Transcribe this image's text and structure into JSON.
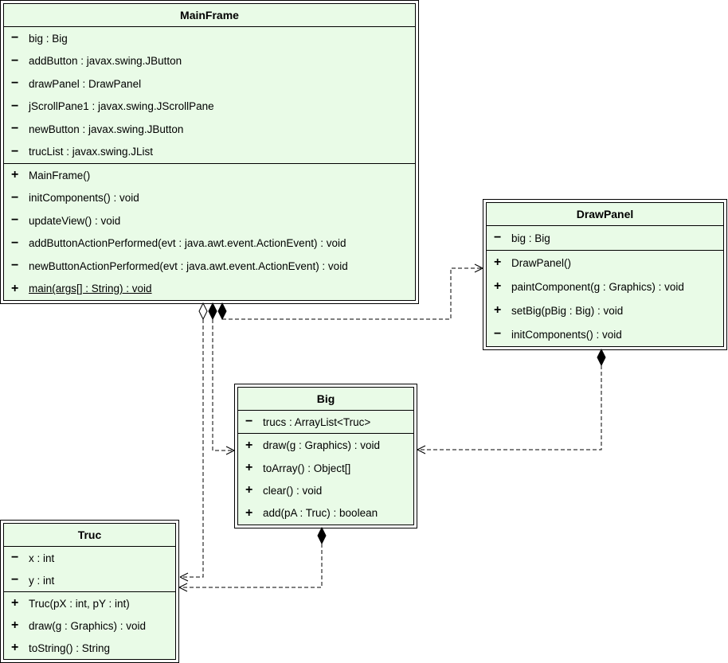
{
  "diagram": {
    "type": "uml-class-diagram",
    "background": "#ffffff",
    "box_fill": "#e9fbe7",
    "line_color": "#000000"
  },
  "classes": [
    {
      "name": "MainFrame",
      "attributes": [
        {
          "vis": "−",
          "text": "big : Big"
        },
        {
          "vis": "−",
          "text": "addButton : javax.swing.JButton"
        },
        {
          "vis": "−",
          "text": "drawPanel : DrawPanel"
        },
        {
          "vis": "−",
          "text": "jScrollPane1 : javax.swing.JScrollPane"
        },
        {
          "vis": "−",
          "text": "newButton : javax.swing.JButton"
        },
        {
          "vis": "−",
          "text": "trucList : javax.swing.JList"
        }
      ],
      "methods": [
        {
          "vis": "+",
          "text": "MainFrame()"
        },
        {
          "vis": "−",
          "text": "initComponents() : void"
        },
        {
          "vis": "−",
          "text": "updateView() : void"
        },
        {
          "vis": "−",
          "text": "addButtonActionPerformed(evt : java.awt.event.ActionEvent) : void"
        },
        {
          "vis": "−",
          "text": "newButtonActionPerformed(evt : java.awt.event.ActionEvent) : void"
        },
        {
          "vis": "+",
          "text": "main(args[] : String) : void",
          "static": true
        }
      ]
    },
    {
      "name": "DrawPanel",
      "attributes": [
        {
          "vis": "−",
          "text": "big : Big"
        }
      ],
      "methods": [
        {
          "vis": "+",
          "text": "DrawPanel()"
        },
        {
          "vis": "+",
          "text": "paintComponent(g : Graphics) : void"
        },
        {
          "vis": "+",
          "text": "setBig(pBig : Big) : void"
        },
        {
          "vis": "−",
          "text": "initComponents() : void"
        }
      ]
    },
    {
      "name": "Big",
      "attributes": [
        {
          "vis": "−",
          "text": "trucs : ArrayList<Truc>"
        }
      ],
      "methods": [
        {
          "vis": "+",
          "text": "draw(g : Graphics) : void"
        },
        {
          "vis": "+",
          "text": "toArray() : Object[]"
        },
        {
          "vis": "+",
          "text": "clear() : void"
        },
        {
          "vis": "+",
          "text": "add(pA : Truc) : boolean"
        }
      ]
    },
    {
      "name": "Truc",
      "attributes": [
        {
          "vis": "−",
          "text": "x : int"
        },
        {
          "vis": "−",
          "text": "y : int"
        }
      ],
      "methods": [
        {
          "vis": "+",
          "text": "Truc(pX : int, pY : int)"
        },
        {
          "vis": "+",
          "text": "draw(g : Graphics) : void"
        },
        {
          "vis": "+",
          "text": "toString() : String"
        }
      ]
    }
  ],
  "relations": [
    {
      "from": "MainFrame",
      "to": "Truc",
      "type": "aggregation",
      "diamond": "hollow",
      "line": "dashed",
      "arrow": "open"
    },
    {
      "from": "MainFrame",
      "to": "Big",
      "type": "composition",
      "diamond": "filled",
      "line": "dashed",
      "arrow": "open"
    },
    {
      "from": "MainFrame",
      "to": "DrawPanel",
      "type": "composition",
      "diamond": "filled",
      "line": "dashed",
      "arrow": "open"
    },
    {
      "from": "DrawPanel",
      "to": "Big",
      "type": "composition",
      "diamond": "filled",
      "line": "dashed",
      "arrow": "open"
    },
    {
      "from": "Big",
      "to": "Truc",
      "type": "composition",
      "diamond": "filled",
      "line": "dashed",
      "arrow": "open"
    }
  ]
}
